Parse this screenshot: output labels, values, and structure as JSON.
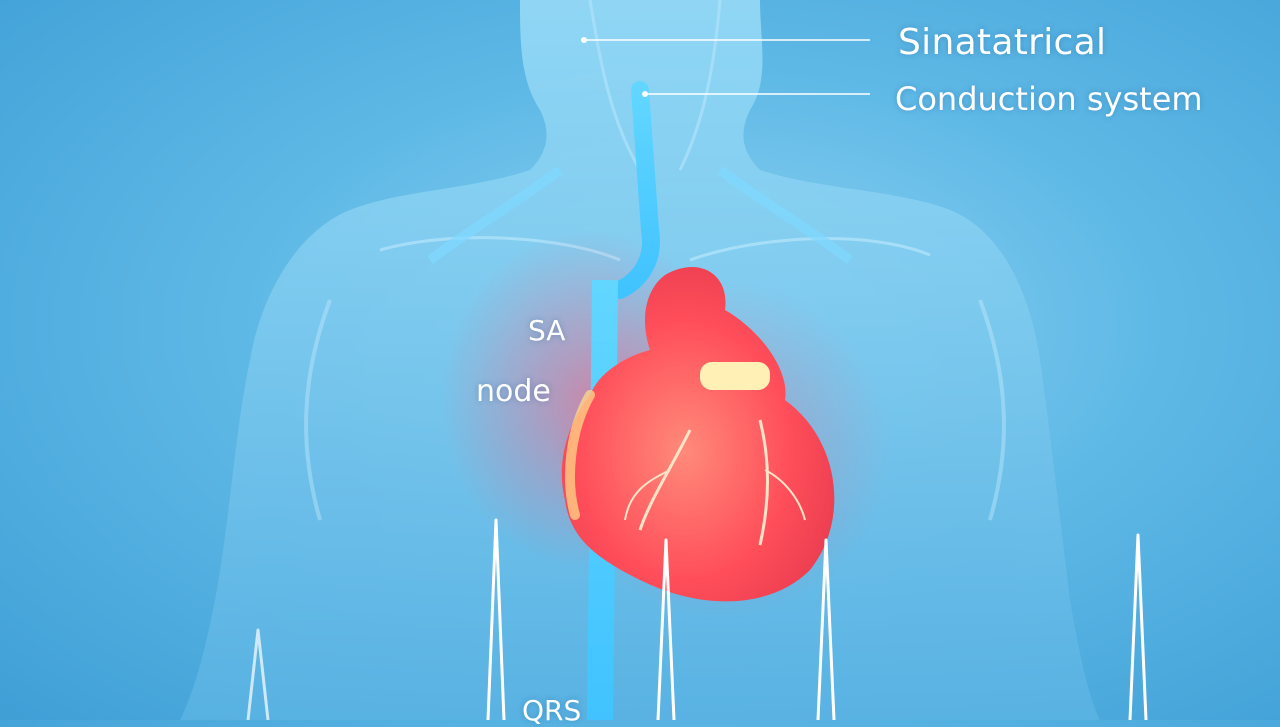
{
  "labels": {
    "title": "Sinatatrical",
    "subtitle": "Conduction system",
    "sa": "SA",
    "node": "node",
    "qrs": "QRS"
  },
  "colors": {
    "background": "#5fb9e6",
    "body": "#7fd0f5",
    "heart": "#ff5a5a",
    "label": "#ffffff"
  },
  "icons": [
    "human-torso-illustration",
    "heart-illustration",
    "ecg-spikes"
  ]
}
